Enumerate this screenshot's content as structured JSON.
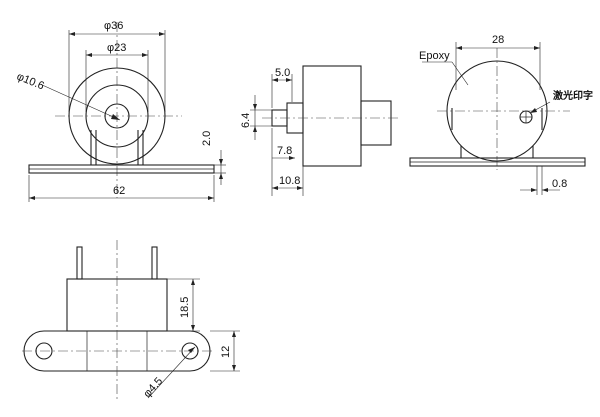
{
  "front_view": {
    "outer_diameter": "φ36",
    "inner_diameter": "φ23",
    "hole_diameter": "φ10.6",
    "flange_thickness": "2.0",
    "flange_width": "62"
  },
  "side_view": {
    "terminal_length": "5.0",
    "terminal_height": "6.4",
    "body_offset": "7.8",
    "body_depth": "10.8"
  },
  "rear_view": {
    "material_label": "Epoxy",
    "body_diameter": "28",
    "mark_label": "激光印字",
    "flange_gap": "0.8"
  },
  "bottom_view": {
    "body_height": "18.5",
    "flange_height": "12",
    "mount_hole": "φ4.5"
  }
}
